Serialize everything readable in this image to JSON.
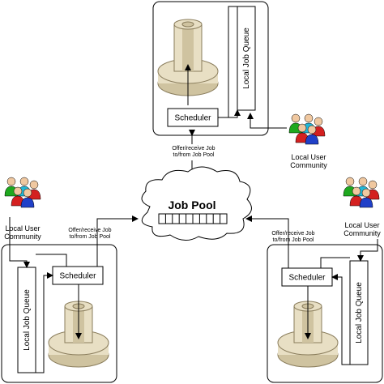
{
  "job_pool": {
    "label": "Job Pool",
    "slot_count": 10
  },
  "sites": {
    "top": {
      "scheduler_label": "Scheduler",
      "queue_label": "Local Job Queue",
      "community_label_line1": "Local User",
      "community_label_line2": "Community",
      "offer_label_line1": "Offer/receive Job",
      "offer_label_line2": "to/from Job Pool"
    },
    "left": {
      "scheduler_label": "Scheduler",
      "queue_label": "Local Job Queue",
      "community_label_line1": "Local User",
      "community_label_line2": "Community",
      "offer_label_line1": "Offer/receive Job",
      "offer_label_line2": "to/from Job Pool"
    },
    "right": {
      "scheduler_label": "Scheduler",
      "queue_label": "Local Job Queue",
      "community_label_line1": "Local User",
      "community_label_line2": "Community",
      "offer_label_line1": "Offer/receive Job",
      "offer_label_line2": "to/from Job Pool"
    }
  },
  "colors": {
    "machine_body": "#e8dfc4",
    "machine_shadow": "#cfc3a0",
    "machine_edge": "#8a7d5c",
    "user_red": "#d42020",
    "user_green": "#1fa81f",
    "user_blue": "#2040c8",
    "user_cyan": "#20b8d8",
    "skin": "#f0c8a0",
    "hair": "#5a3a1a"
  },
  "icons": [
    "server-icon",
    "user-group-icon",
    "cloud-icon"
  ]
}
